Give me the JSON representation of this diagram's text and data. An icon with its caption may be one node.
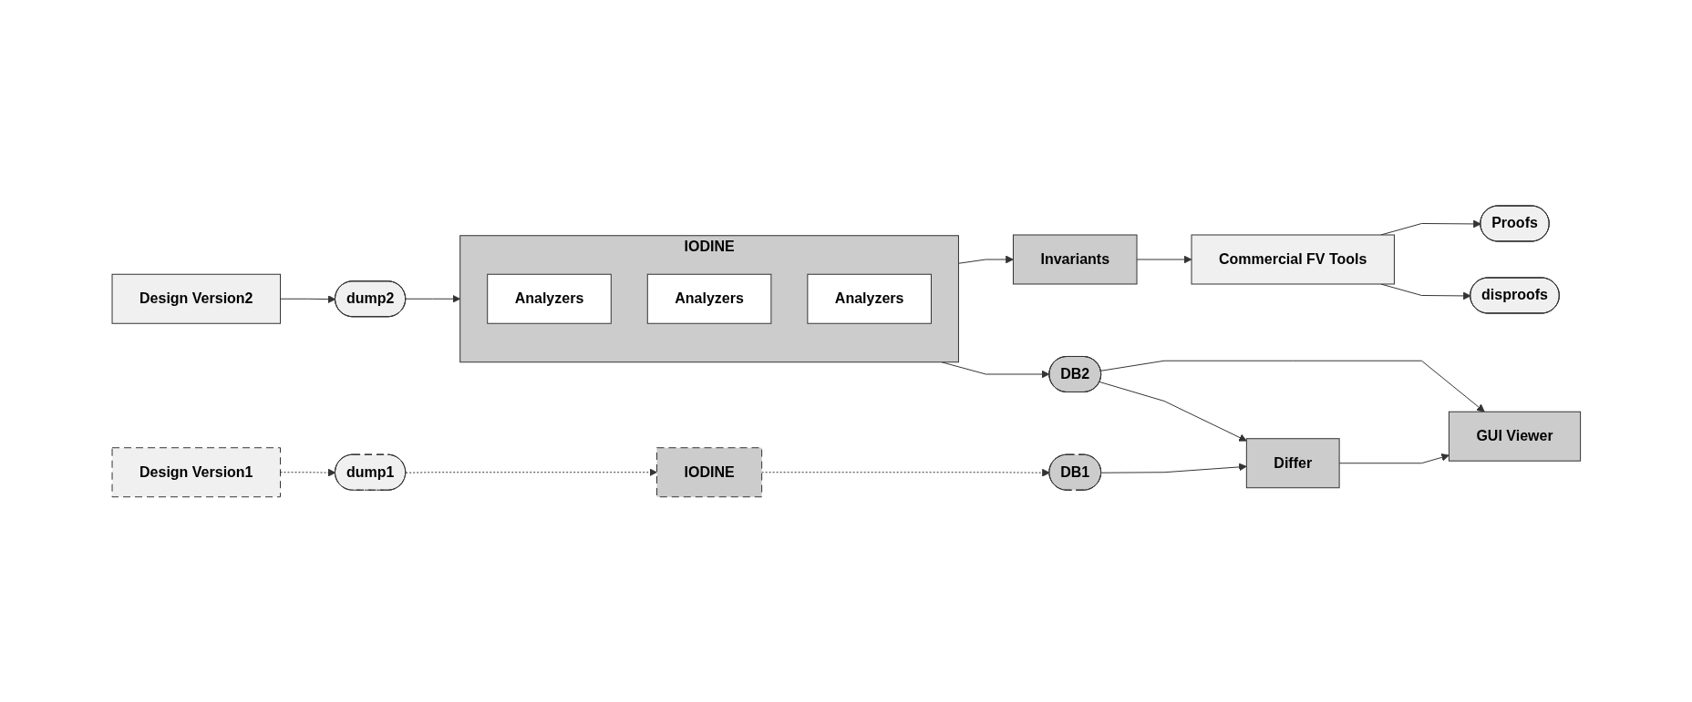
{
  "diagram": {
    "nodes": [
      {
        "text": [
          "Design Version1"
        ]
      },
      {
        "text": [
          "Design Version2"
        ]
      },
      {
        "text": [
          "dump2"
        ]
      },
      {
        "text": [
          "IODINE"
        ]
      },
      {
        "text": [
          "Analyzers"
        ],
        "in": 3
      },
      {
        "text": [
          "Analyzers"
        ],
        "in": 3
      },
      {
        "text": [
          "Analyzers"
        ],
        "in": 3
      },
      {
        "text": [
          "Invariants"
        ]
      },
      {
        "text": [
          "Commercial FV Tools"
        ]
      },
      {
        "text": [
          "Proofs"
        ]
      },
      {
        "text": [
          "disproofs"
        ]
      },
      {
        "text": [
          "DB2"
        ]
      },
      {
        "text": [
          "GUI Viewer"
        ]
      },
      {
        "text": [
          "dump1"
        ]
      },
      {
        "text": [
          "IODINE"
        ]
      },
      {
        "text": [
          "DB1"
        ]
      },
      {
        "text": [
          "Differ"
        ]
      }
    ],
    "edges": [
      {
        "from": 0,
        "to": 13,
        "arrow": "to",
        "style": "dashed"
      },
      {
        "from": 1,
        "to": 2,
        "arrow": "to"
      },
      {
        "from": 2,
        "to": 3,
        "arrow": "to"
      },
      {
        "from": 3,
        "to": 7,
        "arrow": "to"
      },
      {
        "from": 3,
        "to": 11,
        "arrow": "to"
      },
      {
        "from": 7,
        "to": 8,
        "arrow": "to"
      },
      {
        "from": 8,
        "to": 9,
        "arrow": "to"
      },
      {
        "from": 8,
        "to": 10,
        "arrow": "to"
      },
      {
        "from": 11,
        "to": 12,
        "arrow": "to"
      },
      {
        "from": 11,
        "to": 16,
        "arrow": "to"
      },
      {
        "from": 13,
        "to": 14,
        "arrow": "to",
        "style": "dashed"
      },
      {
        "from": 14,
        "to": 15,
        "arrow": "to",
        "style": "dashed"
      },
      {
        "from": 15,
        "to": 16,
        "arrow": "to"
      },
      {
        "from": 16,
        "to": 12,
        "arrow": "to"
      }
    ]
  }
}
